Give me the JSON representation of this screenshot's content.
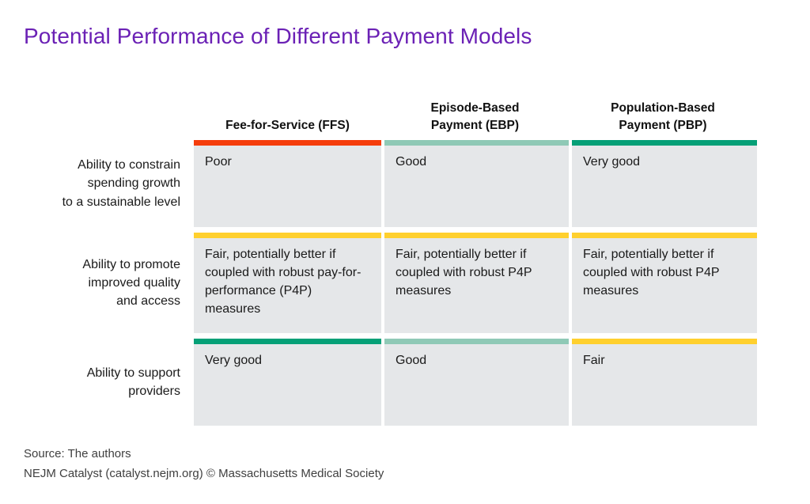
{
  "title": "Potential Performance of Different Payment Models",
  "colors": {
    "title": "#6B21B5",
    "cell_background": "#E5E7E9",
    "poor": "#F53D0C",
    "fair": "#FFD02E",
    "good": "#8FC9B6",
    "very_good": "#05A077",
    "text": "#1a1a1a",
    "footer_text": "#3f3f3f"
  },
  "columns": [
    {
      "line1": "Fee-for-Service (FFS)",
      "line2": ""
    },
    {
      "line1": "Episode-Based",
      "line2": "Payment (EBP)"
    },
    {
      "line1": "Population-Based",
      "line2": "Payment (PBP)"
    }
  ],
  "rows": [
    {
      "label_lines": [
        "Ability to constrain",
        "spending growth",
        "to a sustainable level"
      ],
      "cells": [
        {
          "text": "Poor",
          "rating": "poor",
          "bar_color": "#F53D0C"
        },
        {
          "text": "Good",
          "rating": "good",
          "bar_color": "#8FC9B6"
        },
        {
          "text": "Very good",
          "rating": "very_good",
          "bar_color": "#05A077"
        }
      ]
    },
    {
      "label_lines": [
        "Ability to promote",
        "improved quality",
        "and access"
      ],
      "cells": [
        {
          "text": "Fair, potentially better if coupled with robust pay-for-performance (P4P) measures",
          "rating": "fair",
          "bar_color": "#FFD02E"
        },
        {
          "text": "Fair, potentially better if coupled with robust P4P measures",
          "rating": "fair",
          "bar_color": "#FFD02E"
        },
        {
          "text": "Fair, potentially better if coupled with robust P4P measures",
          "rating": "fair",
          "bar_color": "#FFD02E"
        }
      ]
    },
    {
      "label_lines": [
        "Ability to support",
        "providers"
      ],
      "cells": [
        {
          "text": "Very good",
          "rating": "very_good",
          "bar_color": "#05A077"
        },
        {
          "text": "Good",
          "rating": "good",
          "bar_color": "#8FC9B6"
        },
        {
          "text": "Fair",
          "rating": "fair",
          "bar_color": "#FFD02E"
        }
      ]
    }
  ],
  "footer": {
    "source": "Source: The authors",
    "credit": "NEJM Catalyst (catalyst.nejm.org) © Massachusetts Medical Society"
  },
  "chart_data": {
    "type": "table",
    "title": "Potential Performance of Different Payment Models",
    "categories": [
      "Fee-for-Service (FFS)",
      "Episode-Based Payment (EBP)",
      "Population-Based Payment (PBP)"
    ],
    "row_labels": [
      "Ability to constrain spending growth to a sustainable level",
      "Ability to promote improved quality and access",
      "Ability to support providers"
    ],
    "legend": [
      {
        "label": "Poor",
        "color": "#F53D0C"
      },
      {
        "label": "Fair",
        "color": "#FFD02E"
      },
      {
        "label": "Good",
        "color": "#8FC9B6"
      },
      {
        "label": "Very good",
        "color": "#05A077"
      }
    ],
    "values": [
      [
        "Poor",
        "Good",
        "Very good"
      ],
      [
        "Fair, potentially better if coupled with robust pay-for-performance (P4P) measures",
        "Fair, potentially better if coupled with robust P4P measures",
        "Fair, potentially better if coupled with robust P4P measures"
      ],
      [
        "Very good",
        "Good",
        "Fair"
      ]
    ],
    "ratings": [
      [
        "poor",
        "good",
        "very_good"
      ],
      [
        "fair",
        "fair",
        "fair"
      ],
      [
        "very_good",
        "good",
        "fair"
      ]
    ],
    "xlabel": "",
    "ylabel": "",
    "grid": false,
    "legend_position": "none"
  }
}
